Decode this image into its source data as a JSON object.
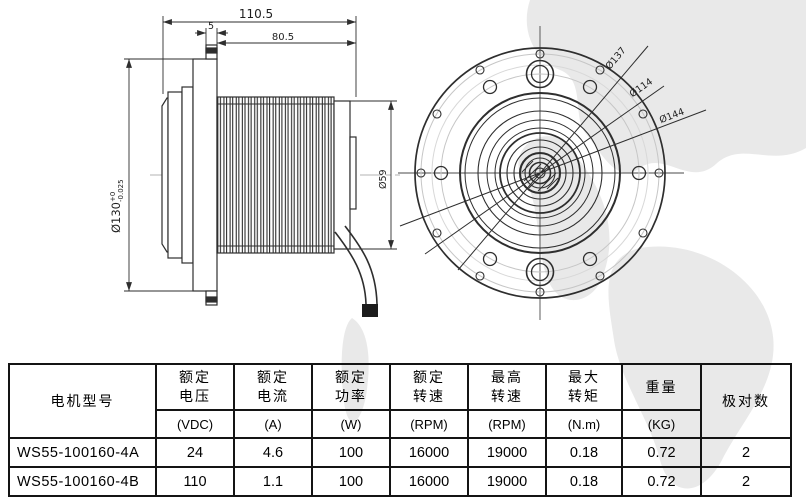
{
  "colors": {
    "line": "#2e2e2e",
    "centerline": "#9a9a9a",
    "faint": "#c6c6c6",
    "watermark": "#e9e9e9",
    "table_border": "#141414"
  },
  "drawing": {
    "side_view": {
      "overall_length": "110.5",
      "flange_step_width": "5",
      "body_length": "80.5",
      "flange_dia_main": "Ø130",
      "flange_dia_tol_upper": "+0",
      "flange_dia_tol_lower": "-0.025",
      "rear_dia": "Ø59"
    },
    "front_view": {
      "screw_hole_circle_dia": "Ø137",
      "bolt_circle_dia": "Ø114",
      "flange_outer_dia": "Ø144"
    }
  },
  "spec_table": {
    "model_header": "电机型号",
    "pole_header": "极对数",
    "columns": [
      {
        "label": "额定\n电压",
        "unit": "(VDC)"
      },
      {
        "label": "额定\n电流",
        "unit": "(A)"
      },
      {
        "label": "额定\n功率",
        "unit": "(W)"
      },
      {
        "label": "额定\n转速",
        "unit": "(RPM)"
      },
      {
        "label": "最高\n转速",
        "unit": "(RPM)"
      },
      {
        "label": "最大\n转矩",
        "unit": "(N.m)"
      },
      {
        "label": "重量",
        "unit": "(KG)"
      }
    ],
    "rows": [
      {
        "model": "WS55-100160-4A",
        "values": [
          "24",
          "4.6",
          "100",
          "16000",
          "19000",
          "0.18",
          "0.72",
          "2"
        ]
      },
      {
        "model": "WS55-100160-4B",
        "values": [
          "110",
          "1.1",
          "100",
          "16000",
          "19000",
          "0.18",
          "0.72",
          "2"
        ]
      }
    ]
  }
}
